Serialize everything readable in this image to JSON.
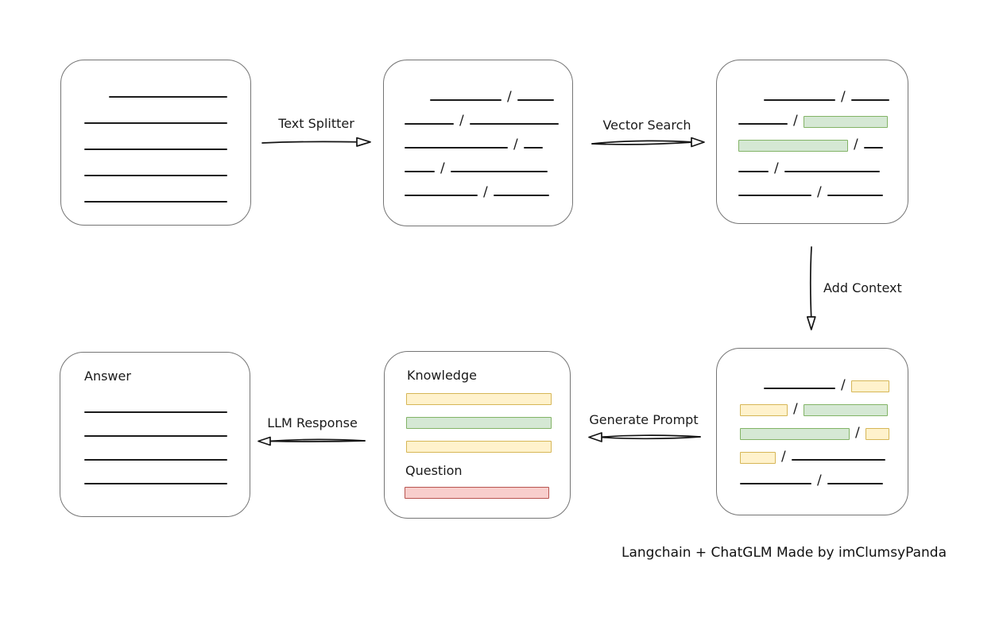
{
  "tokens": {
    "slash": "/"
  },
  "labels": {
    "text_splitter": "Text Splitter",
    "vector_search": "Vector Search",
    "add_context": "Add Context",
    "generate_prompt": "Generate Prompt",
    "llm_response": "LLM Response",
    "knowledge": "Knowledge",
    "question": "Question",
    "answer": "Answer",
    "caption": "Langchain + ChatGLM Made by imClumsyPanda"
  },
  "colors": {
    "highlight_green_fill": "#d5e8d4",
    "highlight_green_border": "#82b366",
    "highlight_yellow_fill": "#fff2cc",
    "highlight_yellow_border": "#d6b656",
    "highlight_red_fill": "#f8cecc",
    "highlight_red_border": "#b85450",
    "stroke": "#1b1b1b",
    "panel_border": "#757575"
  }
}
